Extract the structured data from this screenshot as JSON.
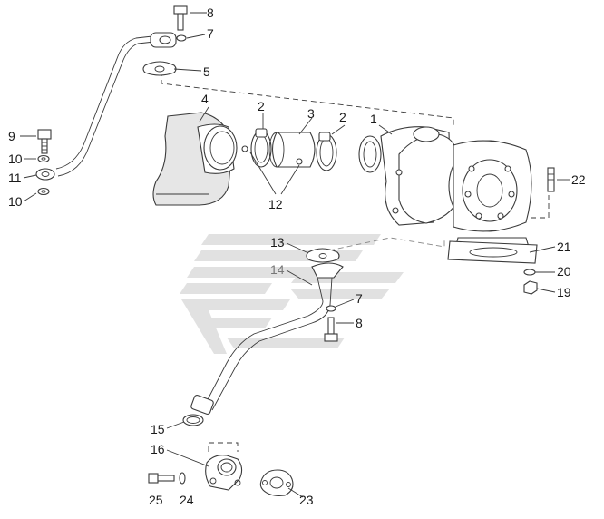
{
  "callouts": {
    "c1": "1",
    "c2a": "2",
    "c2b": "2",
    "c3": "3",
    "c4": "4",
    "c5": "5",
    "c7a": "7",
    "c7b": "7",
    "c8a": "8",
    "c8b": "8",
    "c9": "9",
    "c10a": "10",
    "c10b": "10",
    "c11": "11",
    "c12": "12",
    "c13": "13",
    "c14": "14",
    "c15": "15",
    "c16": "16",
    "c19": "19",
    "c20": "20",
    "c21": "21",
    "c22": "22",
    "c23": "23",
    "c24": "24",
    "c25": "25"
  },
  "colors": {
    "line": "#3a3a3a",
    "watermark": "#e1e1e1",
    "label": "#1a1a1a"
  }
}
